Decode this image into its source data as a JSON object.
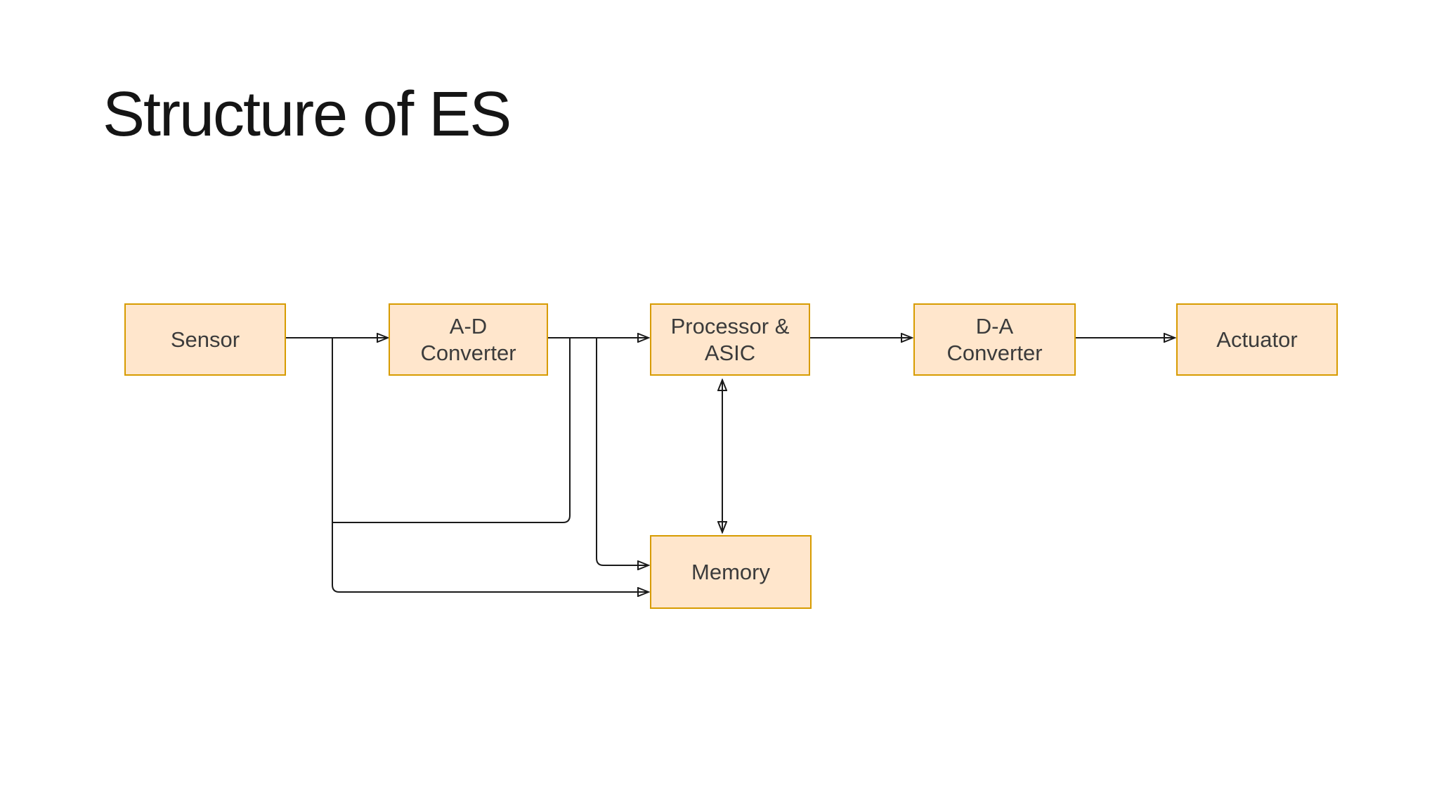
{
  "slide": {
    "title": "Structure of ES"
  },
  "colors": {
    "background": "#ffffff",
    "box_fill": "#ffe6cc",
    "box_stroke": "#d79b00",
    "connector": "#1a1a1a",
    "label_text": "#3b3b3b",
    "title_text": "#151515"
  },
  "diagram": {
    "boxes": [
      {
        "id": "sensor",
        "lines": [
          "Sensor"
        ]
      },
      {
        "id": "ad-converter",
        "lines": [
          "A-D",
          "Converter"
        ]
      },
      {
        "id": "processor-asic",
        "lines": [
          "Processor &",
          "ASIC"
        ]
      },
      {
        "id": "da-converter",
        "lines": [
          "D-A",
          "Converter"
        ]
      },
      {
        "id": "actuator",
        "lines": [
          "Actuator"
        ]
      },
      {
        "id": "memory",
        "lines": [
          "Memory"
        ]
      }
    ],
    "edges": [
      {
        "from": "sensor",
        "to": "ad-converter",
        "style": "arrow"
      },
      {
        "from": "ad-converter",
        "to": "processor-asic",
        "style": "arrow"
      },
      {
        "from": "processor-asic",
        "to": "da-converter",
        "style": "arrow"
      },
      {
        "from": "da-converter",
        "to": "actuator",
        "style": "arrow"
      },
      {
        "from": "processor-asic",
        "to": "memory",
        "style": "double-arrow"
      },
      {
        "from": "sensor",
        "to": "memory",
        "style": "arrow"
      },
      {
        "from": "ad-converter",
        "to": "memory",
        "style": "arrow"
      }
    ]
  }
}
